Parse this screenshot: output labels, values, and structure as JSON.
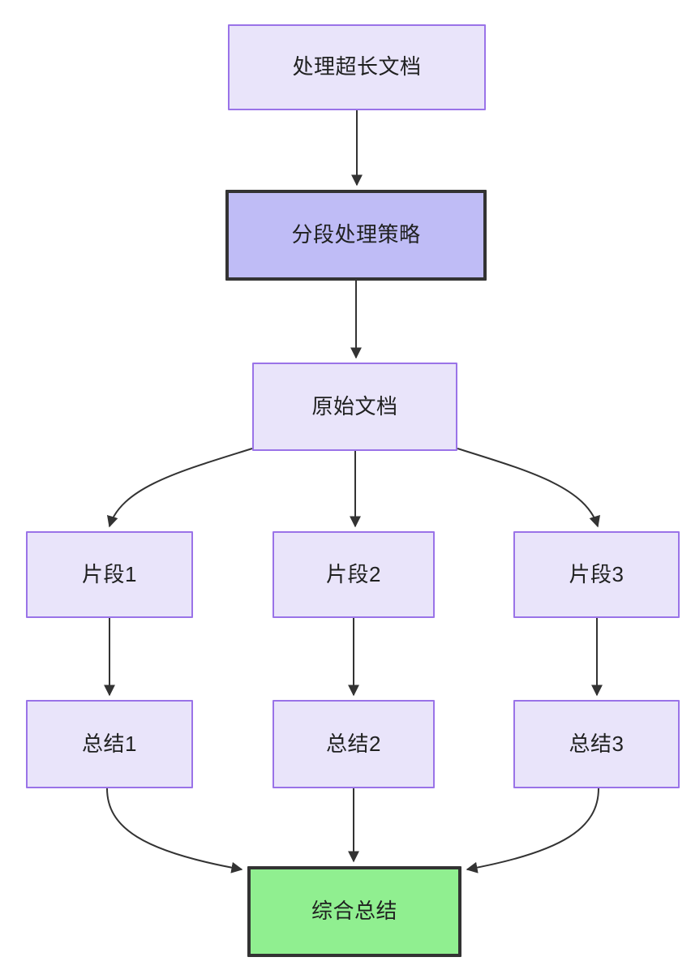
{
  "diagram": {
    "type": "flowchart",
    "direction": "top-down",
    "background_color": "#ffffff",
    "node_fill": "#e9e4fa",
    "node_border": "#9a73e8",
    "highlight_fill": "#bfbcf6",
    "highlight_border": "#333333",
    "result_fill": "#90ef90",
    "result_border": "#333333",
    "edge_color": "#333333",
    "text_color": "#1f2020",
    "nodes": [
      {
        "id": "root",
        "label": "处理超长文档",
        "style": "default"
      },
      {
        "id": "strategy",
        "label": "分段处理策略",
        "style": "highlight"
      },
      {
        "id": "source",
        "label": "原始文档",
        "style": "default"
      },
      {
        "id": "frag1",
        "label": "片段1",
        "style": "default"
      },
      {
        "id": "frag2",
        "label": "片段2",
        "style": "default"
      },
      {
        "id": "frag3",
        "label": "片段3",
        "style": "default"
      },
      {
        "id": "sum1",
        "label": "总结1",
        "style": "default"
      },
      {
        "id": "sum2",
        "label": "总结2",
        "style": "default"
      },
      {
        "id": "sum3",
        "label": "总结3",
        "style": "default"
      },
      {
        "id": "final",
        "label": "综合总结",
        "style": "result"
      }
    ],
    "edges": [
      {
        "from": "root",
        "to": "strategy",
        "label": ""
      },
      {
        "from": "strategy",
        "to": "source",
        "label": ""
      },
      {
        "from": "source",
        "to": "frag1",
        "label": ""
      },
      {
        "from": "source",
        "to": "frag2",
        "label": ""
      },
      {
        "from": "source",
        "to": "frag3",
        "label": ""
      },
      {
        "from": "frag1",
        "to": "sum1",
        "label": ""
      },
      {
        "from": "frag2",
        "to": "sum2",
        "label": ""
      },
      {
        "from": "frag3",
        "to": "sum3",
        "label": ""
      },
      {
        "from": "sum1",
        "to": "final",
        "label": ""
      },
      {
        "from": "sum2",
        "to": "final",
        "label": ""
      },
      {
        "from": "sum3",
        "to": "final",
        "label": ""
      }
    ]
  }
}
